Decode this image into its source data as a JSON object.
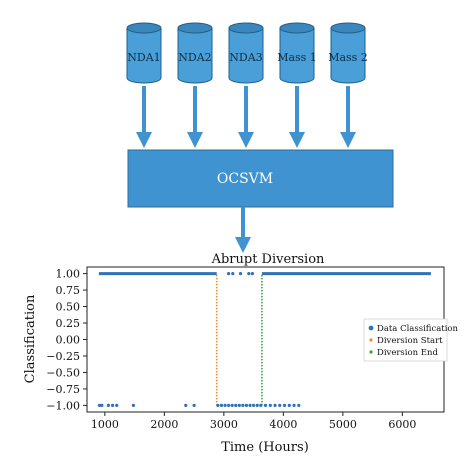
{
  "diagram": {
    "sources": [
      {
        "label": "NDA1"
      },
      {
        "label": "NDA2"
      },
      {
        "label": "NDA3"
      },
      {
        "label": "Mass 1"
      },
      {
        "label": "Mass 2"
      }
    ],
    "model": {
      "label": "OCSVM"
    },
    "colors": {
      "cylinder_fill": "#4a9fd8",
      "cylinder_top": "#3a86bd",
      "cylinder_stroke": "#1f5f8b",
      "arrow": "#3f93d0",
      "box_fill": "#3f93d0",
      "box_stroke": "#2a6f9f"
    }
  },
  "chart_data": {
    "type": "scatter",
    "title": "Abrupt Diversion",
    "xlabel": "Time (Hours)",
    "ylabel": "Classification",
    "xlim": [
      700,
      6700
    ],
    "ylim": [
      -1.1,
      1.1
    ],
    "xticks": [
      1000,
      2000,
      3000,
      4000,
      5000,
      6000
    ],
    "yticks": [
      1.0,
      0.75,
      0.5,
      0.25,
      0.0,
      -0.25,
      -0.5,
      -0.75,
      -1.0
    ],
    "ytick_labels": [
      "1.00",
      "0.75",
      "0.50",
      "0.25",
      "0.00",
      "−0.25",
      "−0.50",
      "−0.75",
      "−1.00"
    ],
    "grid": false,
    "legend_position": "center-right",
    "series": [
      {
        "name": "Data Classification",
        "color": "#2f72b8",
        "style": "points",
        "positive_ranges": [
          [
            900,
            2880
          ],
          [
            3640,
            6480
          ]
        ],
        "positive_points": [
          3080,
          3150,
          3280,
          3420,
          3480
        ],
        "negative_points": [
          910,
          950,
          1060,
          1130,
          1200,
          1480,
          2360,
          2500,
          2900,
          2960,
          3020,
          3080,
          3140,
          3200,
          3260,
          3320,
          3380,
          3440,
          3500,
          3560,
          3620,
          3700,
          3780,
          3860,
          3940,
          4020,
          4100,
          4180,
          4260
        ]
      },
      {
        "name": "Diversion Start",
        "color": "#ee8b2c",
        "style": "dotted-vertical",
        "x": 2880,
        "y": [
          -1.0,
          1.0
        ]
      },
      {
        "name": "Diversion End",
        "color": "#3c9e3c",
        "style": "dotted-vertical",
        "x": 3640,
        "y": [
          -1.0,
          1.0
        ]
      }
    ]
  }
}
